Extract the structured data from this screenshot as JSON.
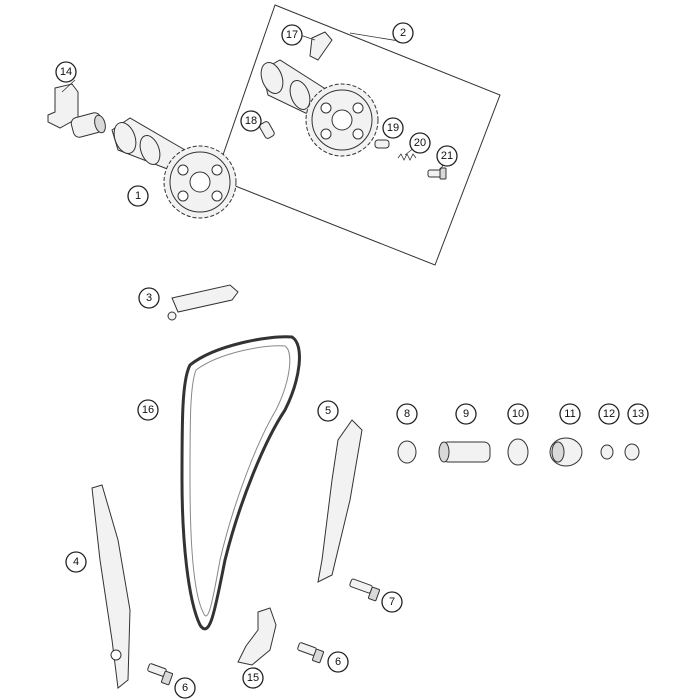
{
  "callouts": {
    "c1": "1",
    "c2": "2",
    "c3": "3",
    "c4": "4",
    "c5": "5",
    "c6a": "6",
    "c6b": "6",
    "c7": "7",
    "c8": "8",
    "c9": "9",
    "c10": "10",
    "c11": "11",
    "c12": "12",
    "c13": "13",
    "c14": "14",
    "c15": "15",
    "c16": "16",
    "c17": "17",
    "c18": "18",
    "c19": "19",
    "c20": "20",
    "c21": "21"
  },
  "colors": {
    "line": "#333333",
    "fill": "#f2f2f2"
  }
}
